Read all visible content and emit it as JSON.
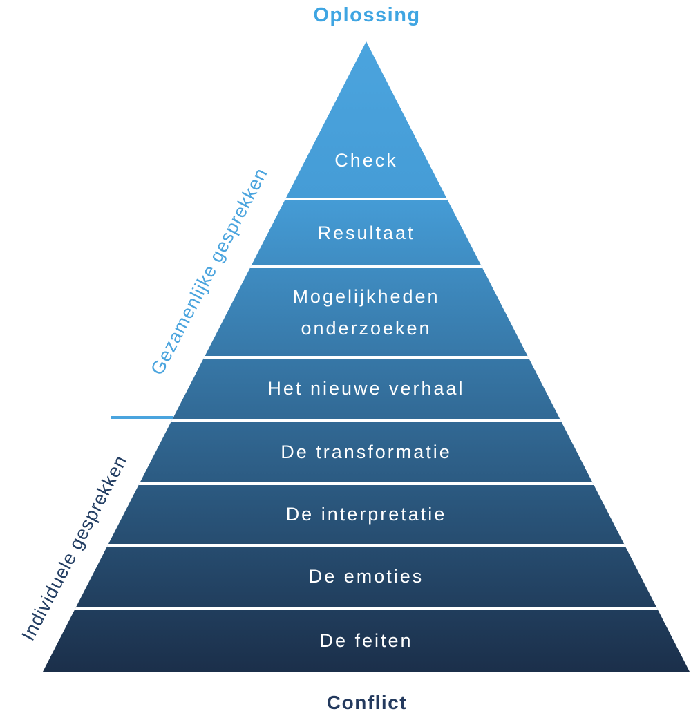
{
  "title_top": {
    "label": "Oplossing",
    "color": "#3fa5e2"
  },
  "title_bottom": {
    "label": "Conflict",
    "color": "#243a5e"
  },
  "side_labels": {
    "joint": {
      "label": "Gezamenlijke gesprekken",
      "color": "#4aa4de"
    },
    "individual": {
      "label": "Individuele gesprekken",
      "color": "#233e63"
    }
  },
  "pyramid": {
    "type": "pyramid-diagram",
    "gradient_top_color": "#4ba4de",
    "gradient_bottom_color": "#1b2f4a",
    "divider_color": "#ffffff",
    "text_color": "#ffffff",
    "levels": [
      {
        "label": "Check"
      },
      {
        "label": "Resultaat"
      },
      {
        "label": "Mogelijkheden onderzoeken",
        "lines": [
          "Mogelijkheden",
          "onderzoeken"
        ]
      },
      {
        "label": "Het nieuwe verhaal"
      },
      {
        "label": "De transformatie"
      },
      {
        "label": "De interpretatie"
      },
      {
        "label": "De emoties"
      },
      {
        "label": "De feiten"
      }
    ]
  }
}
